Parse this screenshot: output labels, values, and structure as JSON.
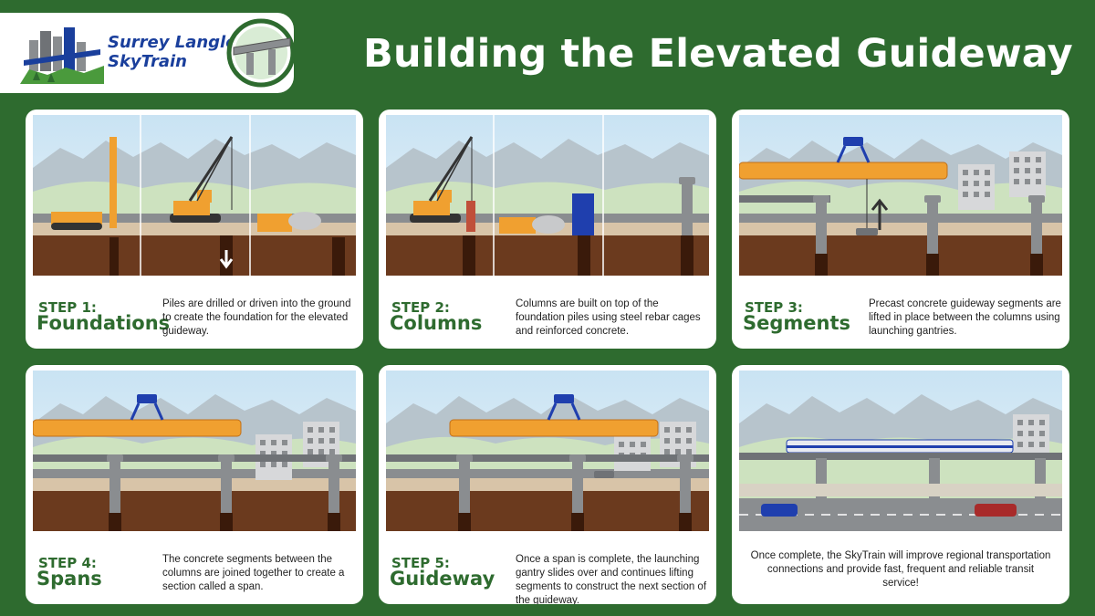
{
  "header": {
    "logo_line1": "Surrey Langley",
    "logo_line2": "SkyTrain",
    "title": "Building the Elevated Guideway"
  },
  "steps": [
    {
      "label": "STEP 1:",
      "name": "Foundations",
      "description": "Piles are drilled or driven into the ground to create the foundation for the elevated guideway."
    },
    {
      "label": "STEP 2:",
      "name": "Columns",
      "description": "Columns are built on top of the foundation piles using steel rebar cages and reinforced concrete."
    },
    {
      "label": "STEP 3:",
      "name": "Segments",
      "description": "Precast concrete guideway segments are lifted in place between the columns using launching gantries."
    },
    {
      "label": "STEP 4:",
      "name": "Spans",
      "description": "The concrete segments between the columns are joined together to create a section called a span."
    },
    {
      "label": "STEP 5:",
      "name": "Guideway",
      "description": "Once a span is complete, the launching gantry slides over and continues lifting segments to construct the next section of the guideway."
    }
  ],
  "final": {
    "description": "Once complete, the SkyTrain will improve regional transportation connections and provide fast, frequent and reliable transit service!"
  },
  "colors": {
    "background": "#2e6b2f",
    "accent_green": "#2e6b2f",
    "logo_blue": "#1a3f9c",
    "gantry_blue": "#1f3fae",
    "beam_orange": "#f0a030",
    "soil_brown": "#6b3a1e"
  }
}
